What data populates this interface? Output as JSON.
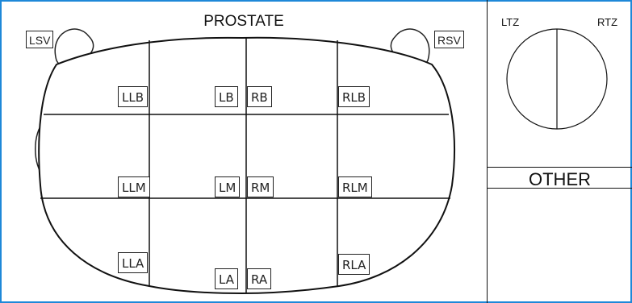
{
  "title": "PROSTATE",
  "seminal_vesicles": {
    "left": "LSV",
    "right": "RSV"
  },
  "segments": {
    "base": [
      "LLB",
      "LB",
      "RB",
      "RLB"
    ],
    "mid": [
      "LLM",
      "LM",
      "RM",
      "RLM"
    ],
    "apex": [
      "LLA",
      "LA",
      "RA",
      "RLA"
    ]
  },
  "transition_zone": {
    "left": "LTZ",
    "right": "RTZ"
  },
  "other_label": "OTHER",
  "colors": {
    "frame": "#1e88d8",
    "ink": "#111111"
  }
}
